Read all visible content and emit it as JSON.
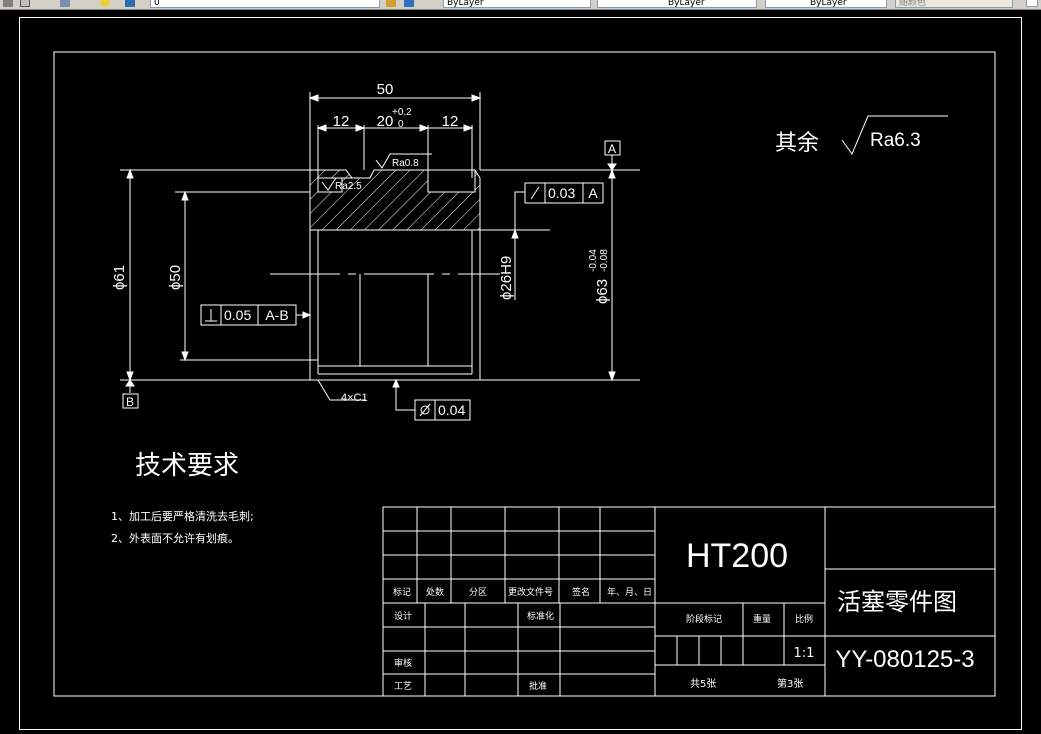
{
  "toolbar": {
    "layer": "0",
    "color": "ByLayer",
    "linetype": "ByLayer",
    "lineweight": "ByLayer",
    "plotstyle": "随颜色"
  },
  "drawing": {
    "dims": {
      "overall": "50",
      "left_width": "12",
      "mid_width": "20",
      "mid_tol_upper": "+0.2",
      "mid_tol_lower": "0",
      "right_width": "12",
      "dia61": "ϕ61",
      "dia50": "ϕ50",
      "bore": "ϕ26H9",
      "outer": "ϕ63",
      "outer_tol_upper": "-0.04",
      "outer_tol_lower": "-0.08",
      "chamfer": "4×C1"
    },
    "roughness": {
      "ra08": "Ra0.8",
      "ra25": "Ra2.5",
      "other_label": "其余",
      "other_value": "Ra6.3"
    },
    "datums": {
      "a": "A",
      "b": "B"
    },
    "fcf": {
      "runout_value": "0.03",
      "runout_datum": "A",
      "perp_value": "0.05",
      "perp_datum": "A-B",
      "cyl_value": "0.04"
    }
  },
  "tech": {
    "title": "技术要求",
    "item1": "1、加工后要严格清洗去毛刺;",
    "item2": "2、外表面不允许有划痕。"
  },
  "title_block": {
    "material": "HT200",
    "name": "活塞零件图",
    "number": "YY-080125-3",
    "mark": "标记",
    "count": "处数",
    "zone": "分区",
    "change_doc": "更改文件号",
    "sign": "签名",
    "date": "年、月、日",
    "design": "设计",
    "standardize": "标准化",
    "stage_mark": "阶段标记",
    "weight": "重量",
    "scale_label": "比例",
    "scale": "1:1",
    "review": "审核",
    "process": "工艺",
    "approve": "批准",
    "total_sheets": "共5张",
    "sheet_no": "第3张"
  }
}
